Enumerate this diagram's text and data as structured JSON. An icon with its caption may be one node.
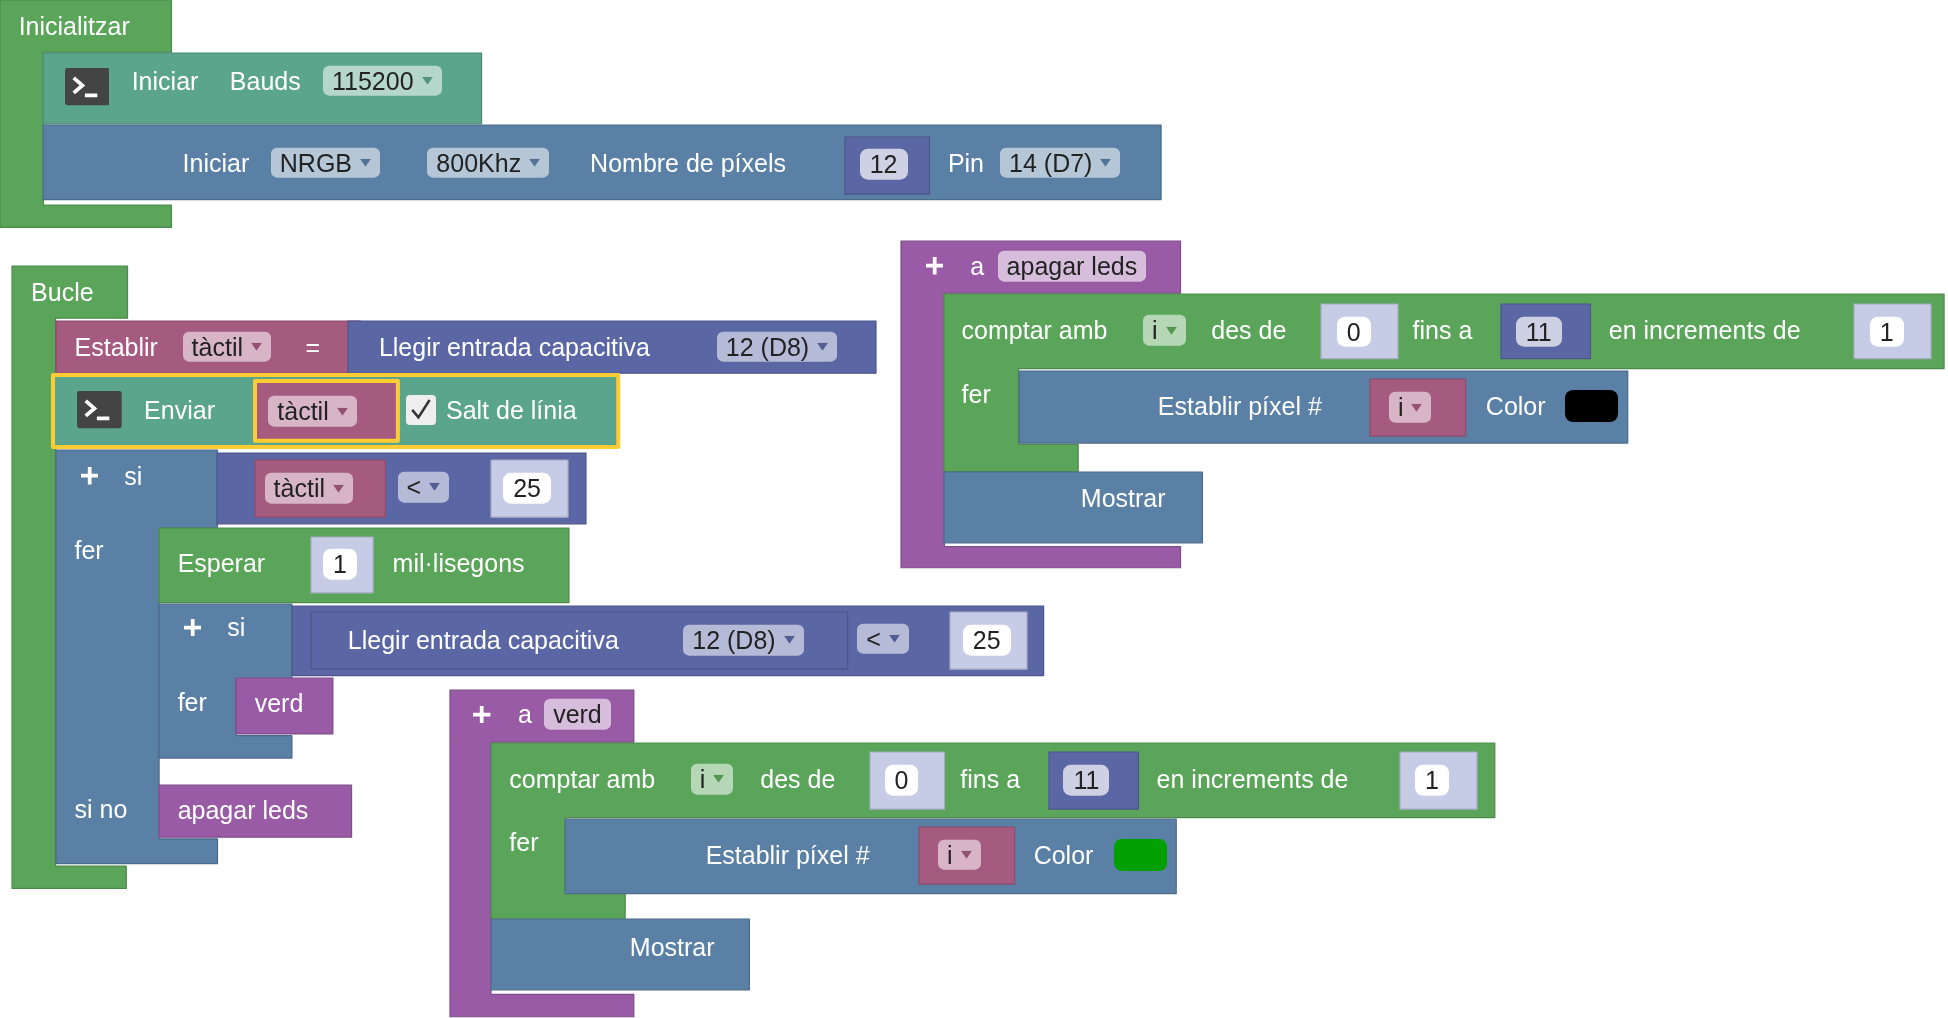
{
  "diagram": {
    "nodes": [
      {
        "text": [
          "Inicialitzar"
        ]
      },
      {
        "text": [
          "Iniciar",
          "Bauds",
          "115200"
        ]
      },
      {
        "text": [
          "Iniciar",
          "NRGB",
          "800Khz",
          "Nombre de píxels",
          "Pin",
          "14 (D7)"
        ]
      },
      {
        "text": [
          "12"
        ],
        "in": 2
      },
      {
        "text": [
          "Bucle"
        ]
      },
      {
        "text": [
          "Establir",
          "tàctil",
          "="
        ]
      },
      {
        "text": [
          "Llegir entrada capacitiva",
          "12 (D8)"
        ]
      },
      {
        "text": [
          "Enviar",
          "Salt de línia"
        ]
      },
      {
        "text": [
          "tàctil"
        ],
        "in": 7
      },
      {
        "text": [
          "si",
          "fer",
          "si no"
        ]
      },
      {
        "text": [
          "<"
        ]
      },
      {
        "text": [
          "tàctil"
        ],
        "in": 10
      },
      {
        "text": [
          "25"
        ],
        "in": 10
      },
      {
        "text": [
          "Esperar",
          "mil·lisegons"
        ]
      },
      {
        "text": [
          "1"
        ],
        "in": 13
      },
      {
        "text": [
          "si",
          "fer"
        ]
      },
      {
        "text": [
          "<"
        ]
      },
      {
        "text": [
          "Llegir entrada capacitiva",
          "12 (D8)"
        ],
        "in": 16
      },
      {
        "text": [
          "25"
        ],
        "in": 16
      },
      {
        "text": [
          "verd"
        ]
      },
      {
        "text": [
          "apagar leds"
        ]
      },
      {
        "text": [
          "a",
          "apagar leds"
        ]
      },
      {
        "text": [
          "comptar amb",
          "i",
          "des de",
          "fins a",
          "en increments de",
          "fer"
        ]
      },
      {
        "text": [
          "0"
        ],
        "in": 22
      },
      {
        "text": [
          "11"
        ],
        "in": 22
      },
      {
        "text": [
          "1"
        ],
        "in": 22
      },
      {
        "text": [
          "Establir píxel #",
          "Color"
        ]
      },
      {
        "text": [
          "i"
        ],
        "in": 26
      },
      {
        "text": [
          "Mostrar"
        ]
      },
      {
        "text": [
          "a",
          "verd"
        ]
      },
      {
        "text": [
          "comptar amb",
          "i",
          "des de",
          "fins a",
          "en increments de",
          "fer"
        ]
      },
      {
        "text": [
          "0"
        ],
        "in": 30
      },
      {
        "text": [
          "11"
        ],
        "in": 30
      },
      {
        "text": [
          "1"
        ],
        "in": 30
      },
      {
        "text": [
          "Establir píxel #",
          "Color"
        ]
      },
      {
        "text": [
          "i"
        ],
        "in": 34
      },
      {
        "text": [
          "Mostrar"
        ]
      }
    ]
  }
}
